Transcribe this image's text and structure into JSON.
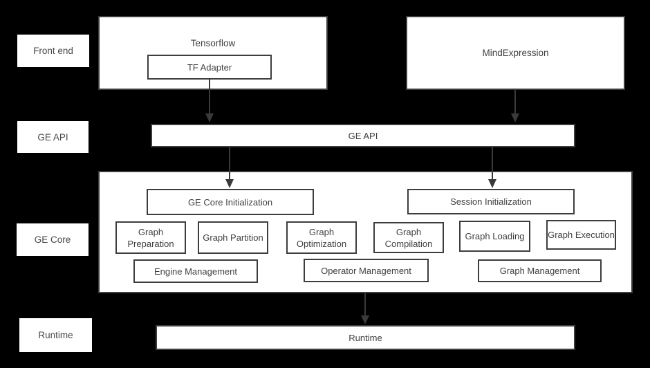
{
  "colors": {
    "background": "#000000",
    "box_fill": "#ffffff",
    "border": "#3d3d3d",
    "text": "#3f3f3f",
    "arrow": "#3a3a3a"
  },
  "row_labels": {
    "front_end": "Front end",
    "ge_api": "GE API",
    "ge_core": "GE Core",
    "runtime": "Runtime"
  },
  "front_end": {
    "tensorflow_title": "Tensorflow",
    "tf_adapter": "TF Adapter",
    "mind_expression": "MindExpression"
  },
  "ge_api": {
    "label": "GE API"
  },
  "ge_core": {
    "ge_core_initialization": "GE Core Initialization",
    "session_initialization": "Session Initialization",
    "modules": [
      "Graph Preparation",
      "Graph Partition",
      "Graph Optimization",
      "Graph Compilation",
      "Graph Loading",
      "Graph Execution"
    ],
    "management": [
      "Engine Management",
      "Operator Management",
      "Graph Management"
    ]
  },
  "runtime": {
    "label": "Runtime"
  }
}
